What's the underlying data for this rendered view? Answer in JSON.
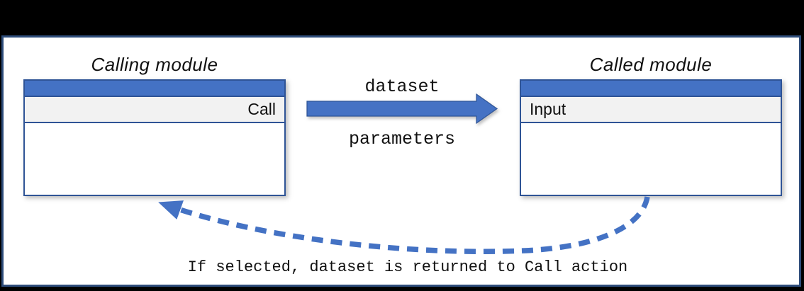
{
  "diagram": {
    "calling_module": {
      "title": "Calling module",
      "action_label": "Call"
    },
    "called_module": {
      "title": "Called module",
      "action_label": "Input"
    },
    "forward_arrow": {
      "top_label": "dataset",
      "bottom_label": "parameters"
    },
    "return_arrow": {
      "caption": "If selected, dataset is returned to Call action"
    },
    "colors": {
      "accent_blue": "#4472C4",
      "box_border_blue": "#2F5496",
      "frame_border_blue": "#2E4D7B",
      "row_gray": "#F2F2F2",
      "canvas_black": "#000000",
      "page_white": "#FFFFFF"
    }
  }
}
